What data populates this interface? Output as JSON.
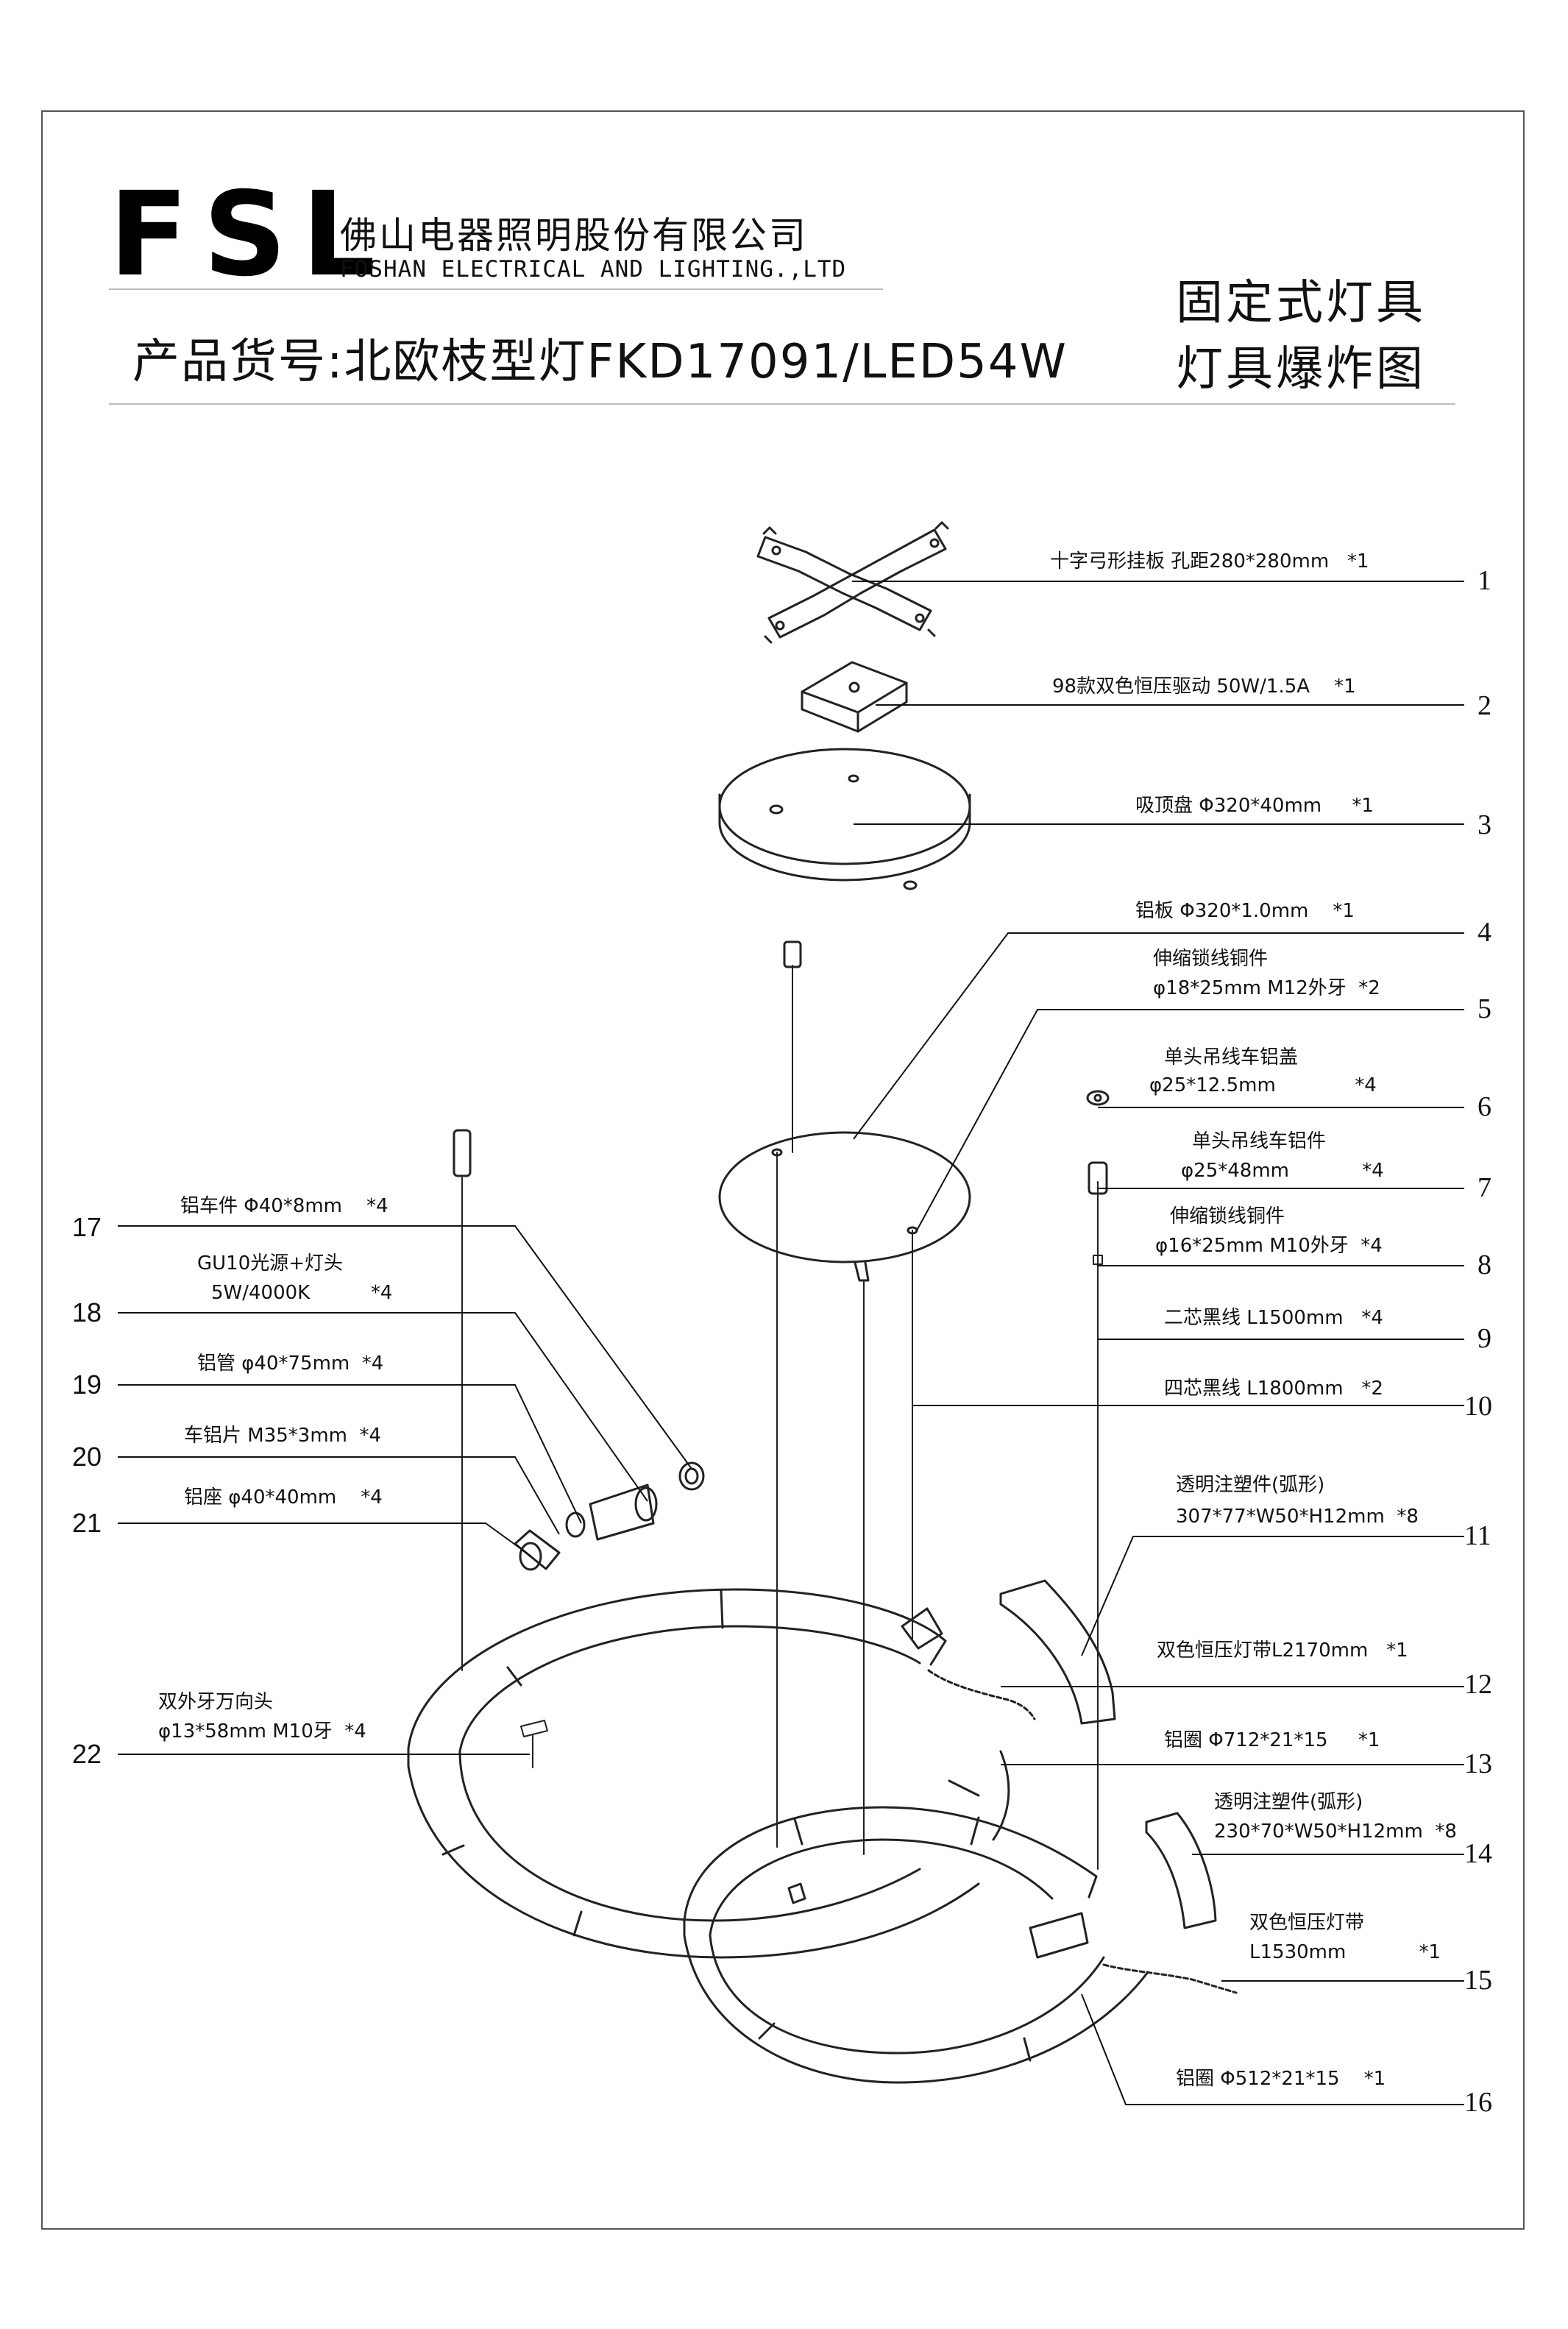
{
  "header": {
    "logo": "FSL",
    "company_cn": "佛山电器照明股份有限公司",
    "company_en": "FOSHAN ELECTRICAL AND LIGHTING.,LTD",
    "product": "产品货号:北欧枝型灯FKD17091/LED54W",
    "doc_type": "固定式灯具",
    "doc_subtitle": "灯具爆炸图"
  },
  "parts": [
    {
      "num": "1",
      "lines": [
        "十字弓形挂板 孔距280*280mm   *1"
      ]
    },
    {
      "num": "2",
      "lines": [
        "98款双色恒压驱动 50W/1.5A    *1"
      ]
    },
    {
      "num": "3",
      "lines": [
        "吸顶盘 Φ320*40mm     *1"
      ]
    },
    {
      "num": "4",
      "lines": [
        "铝板 Φ320*1.0mm    *1"
      ]
    },
    {
      "num": "5",
      "lines": [
        "伸缩锁线铜件",
        "φ18*25mm M12外牙  *2"
      ]
    },
    {
      "num": "6",
      "lines": [
        "单头吊线车铝盖",
        "φ25*12.5mm             *4"
      ]
    },
    {
      "num": "7",
      "lines": [
        "单头吊线车铝件",
        "φ25*48mm            *4"
      ]
    },
    {
      "num": "8",
      "lines": [
        "伸缩锁线铜件",
        "φ16*25mm M10外牙  *4"
      ]
    },
    {
      "num": "9",
      "lines": [
        "二芯黑线 L1500mm   *4"
      ]
    },
    {
      "num": "10",
      "lines": [
        "四芯黑线 L1800mm   *2"
      ]
    },
    {
      "num": "11",
      "lines": [
        "透明注塑件(弧形)",
        "307*77*W50*H12mm  *8"
      ]
    },
    {
      "num": "12",
      "lines": [
        "双色恒压灯带L2170mm   *1"
      ]
    },
    {
      "num": "13",
      "lines": [
        "铝圈 Φ712*21*15     *1"
      ]
    },
    {
      "num": "14",
      "lines": [
        "透明注塑件(弧形)",
        "230*70*W50*H12mm  *8"
      ]
    },
    {
      "num": "15",
      "lines": [
        "双色恒压灯带",
        "L1530mm            *1"
      ]
    },
    {
      "num": "16",
      "lines": [
        "铝圈 Φ512*21*15    *1"
      ]
    },
    {
      "num": "17",
      "lines": [
        "铝车件 Φ40*8mm    *4"
      ]
    },
    {
      "num": "18",
      "lines": [
        "GU10光源+灯头",
        "5W/4000K          *4"
      ]
    },
    {
      "num": "19",
      "lines": [
        "铝管 φ40*75mm  *4"
      ]
    },
    {
      "num": "20",
      "lines": [
        "车铝片 M35*3mm  *4"
      ]
    },
    {
      "num": "21",
      "lines": [
        "铝座 φ40*40mm    *4"
      ]
    },
    {
      "num": "22",
      "lines": [
        "双外牙万向头",
        "φ13*58mm M10牙  *4"
      ]
    }
  ]
}
